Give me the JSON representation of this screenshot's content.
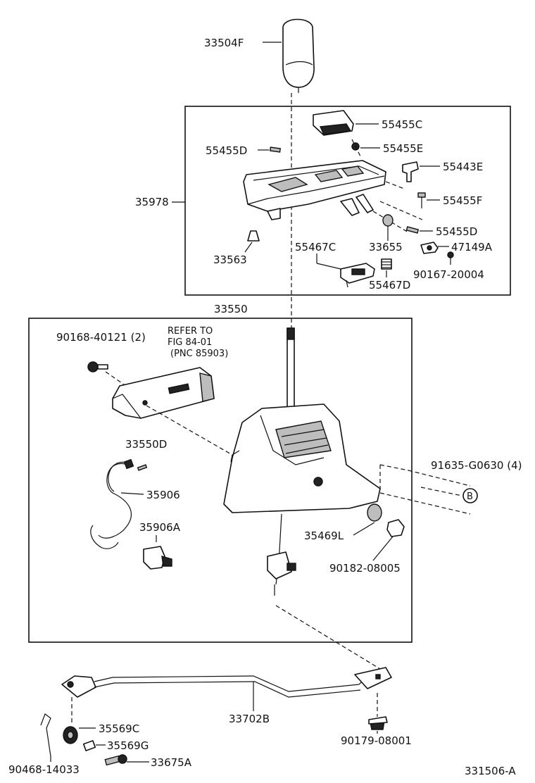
{
  "labels": {
    "knob": "33504F",
    "c55455C": "55455C",
    "c55455E": "55455E",
    "c55455D_top": "55455D",
    "c55443E": "55443E",
    "c35978": "35978",
    "c55455F": "55455F",
    "c55455D_right": "55455D",
    "c33563": "33563",
    "c55467C": "55467C",
    "c33655": "33655",
    "c47149A": "47149A",
    "c90167": "90167-20004",
    "c55467D": "55467D",
    "c33550": "33550",
    "c90168": "90168-40121 (2)",
    "refer1": "REFER TO",
    "refer2": "FIG 84-01",
    "refer3": "(PNC 85903)",
    "c33550D": "33550D",
    "c35906": "35906",
    "c35906A": "35906A",
    "c91635": "91635-G0630 (4)",
    "bubble": "B",
    "c35469L": "35469L",
    "c90182": "90182-08005",
    "c33702B": "33702B",
    "c35569C": "35569C",
    "c35569G": "35569G",
    "c33675A": "33675A",
    "c90179": "90179-08001",
    "c90468": "90468-14033",
    "ref_code": "331506-A"
  }
}
